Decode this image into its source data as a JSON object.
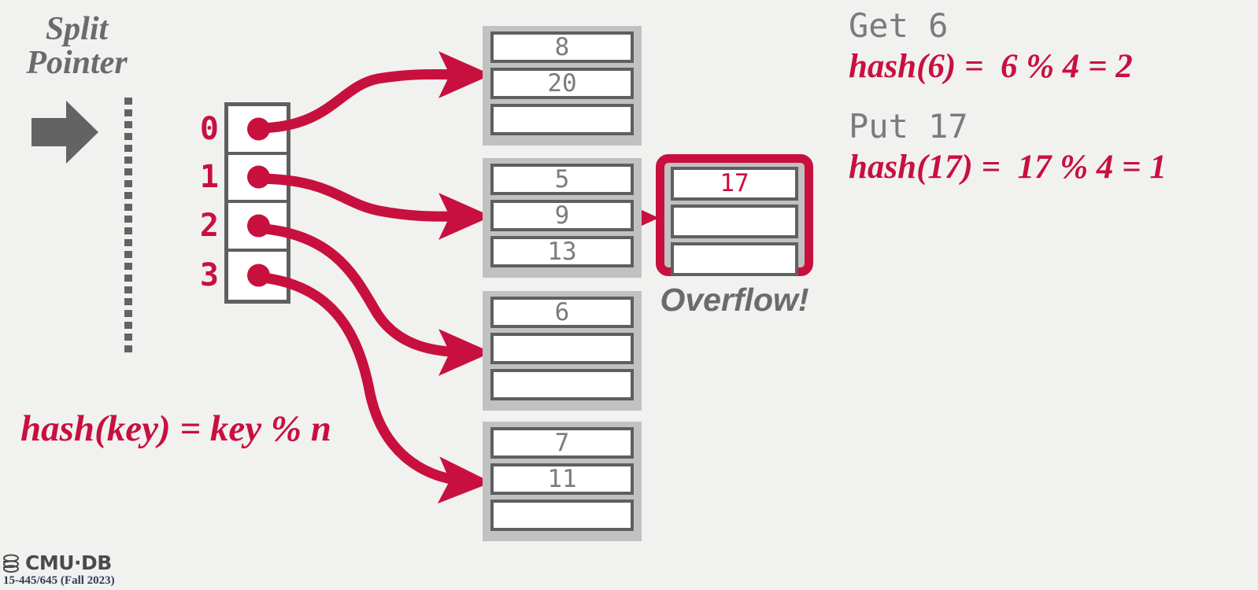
{
  "slide": {
    "background_color": "#f1f1f0",
    "accent_color": "#c8103f",
    "gray_color": "#6b6b6b"
  },
  "split_pointer": {
    "label": "Split\nPointer",
    "arrow_icon": "right-block-arrow"
  },
  "directory": {
    "slots": [
      {
        "index": "0"
      },
      {
        "index": "1"
      },
      {
        "index": "2"
      },
      {
        "index": "3"
      }
    ]
  },
  "buckets": [
    {
      "name": "bucket-0",
      "slots": [
        {
          "value": "8"
        },
        {
          "value": "20"
        },
        {
          "value": ""
        }
      ]
    },
    {
      "name": "bucket-1",
      "slots": [
        {
          "value": "5"
        },
        {
          "value": "9"
        },
        {
          "value": "13"
        }
      ]
    },
    {
      "name": "bucket-2",
      "slots": [
        {
          "value": "6"
        },
        {
          "value": ""
        },
        {
          "value": ""
        }
      ]
    },
    {
      "name": "bucket-3",
      "slots": [
        {
          "value": "7"
        },
        {
          "value": "11"
        },
        {
          "value": ""
        }
      ]
    }
  ],
  "overflow": {
    "caption": "Overflow!",
    "slots": [
      {
        "value": "17"
      },
      {
        "value": ""
      },
      {
        "value": ""
      }
    ]
  },
  "hash_formula": "hash(key) = key % n",
  "operations": [
    {
      "command": "Get 6",
      "hash": "hash(6) =  6 % 4 = 2"
    },
    {
      "command": "Put 17",
      "hash": "hash(17) =  17 % 4 = 1"
    }
  ],
  "footer": {
    "logo_icon": "cmu-db-stacked-disks-icon",
    "wordmark": "CMU·DB",
    "course": "15-445/645 (Fall 2023)"
  }
}
